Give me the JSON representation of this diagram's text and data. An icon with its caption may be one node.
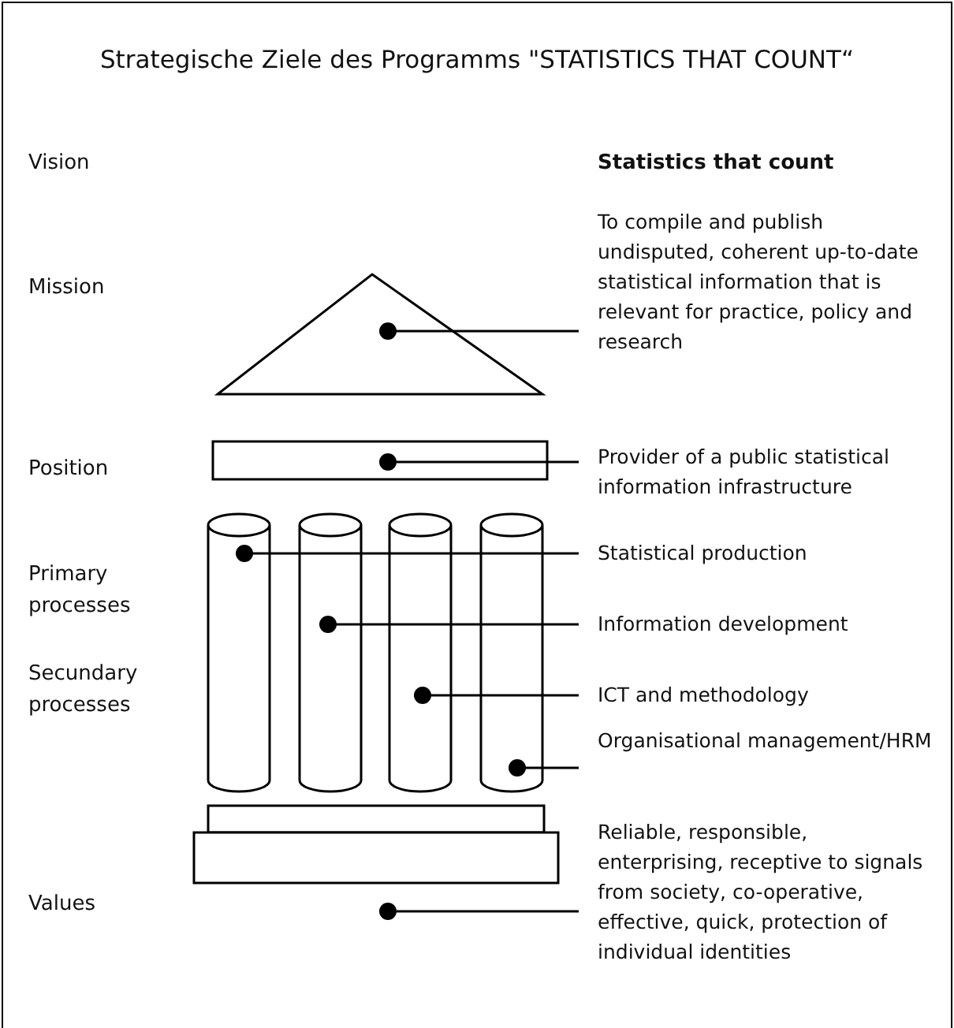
{
  "diagram": {
    "title": "Strategische Ziele des Programms \"STATISTICS THAT COUNT“",
    "nodes": [
      {
        "text": [],
        "shape": "triangle"
      },
      {
        "text": [],
        "shape": "box"
      },
      {
        "text": [],
        "shape": "cylinder"
      },
      {
        "text": [],
        "shape": "cylinder"
      },
      {
        "text": [],
        "shape": "cylinder"
      },
      {
        "text": [],
        "shape": "cylinder"
      },
      {
        "text": [],
        "shape": "box"
      },
      {
        "text": [
          "To compile and publish undisputed, coherent up-to-date statistical information that is relevant for practice, policy and research"
        ]
      },
      {
        "text": [
          "Provider of a public statistical information infrastructure"
        ]
      },
      {
        "text": [
          "Statistical production"
        ]
      },
      {
        "text": [
          "Information development"
        ]
      },
      {
        "text": [
          "ICT and methodology"
        ]
      },
      {
        "text": [
          "Organisational management/HRM"
        ]
      },
      {
        "text": [
          "Reliable, responsible, enterprising, receptive to signals from society, co-operative, effective, quick, protection of individual identities"
        ]
      }
    ],
    "edges": [
      {
        "from": 7,
        "to": 0,
        "arrow": "other"
      },
      {
        "from": 8,
        "to": 1,
        "arrow": "other"
      },
      {
        "from": 9,
        "to": 2,
        "arrow": "other"
      },
      {
        "from": 10,
        "to": 3,
        "arrow": "other"
      },
      {
        "from": 11,
        "to": 4,
        "arrow": "other"
      },
      {
        "from": 12,
        "to": 5,
        "arrow": "other"
      },
      {
        "from": 13,
        "to": 6,
        "arrow": "other"
      }
    ],
    "labels": [
      "Vision",
      "Statistics that count",
      "Mission",
      "Position",
      "Primary processes",
      "Secundary processes",
      "Values"
    ]
  }
}
